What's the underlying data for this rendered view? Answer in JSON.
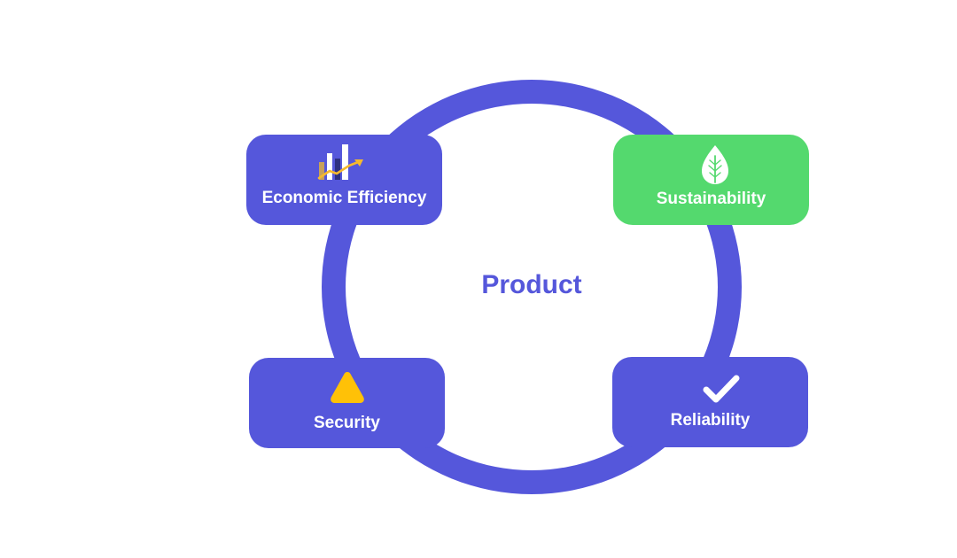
{
  "center": {
    "label": "Product"
  },
  "colors": {
    "primary": "#5557DB",
    "sustainability": "#54D96E",
    "warning": "#FFC107",
    "text_on_box": "#FFFFFF"
  },
  "nodes": {
    "economic_efficiency": {
      "label": "Economic Efficiency",
      "icon": "bar-chart-trend-icon"
    },
    "sustainability": {
      "label": "Sustainability",
      "icon": "leaf-icon"
    },
    "security": {
      "label": "Security",
      "icon": "warning-triangle-icon"
    },
    "reliability": {
      "label": "Reliability",
      "icon": "checkmark-icon"
    }
  }
}
